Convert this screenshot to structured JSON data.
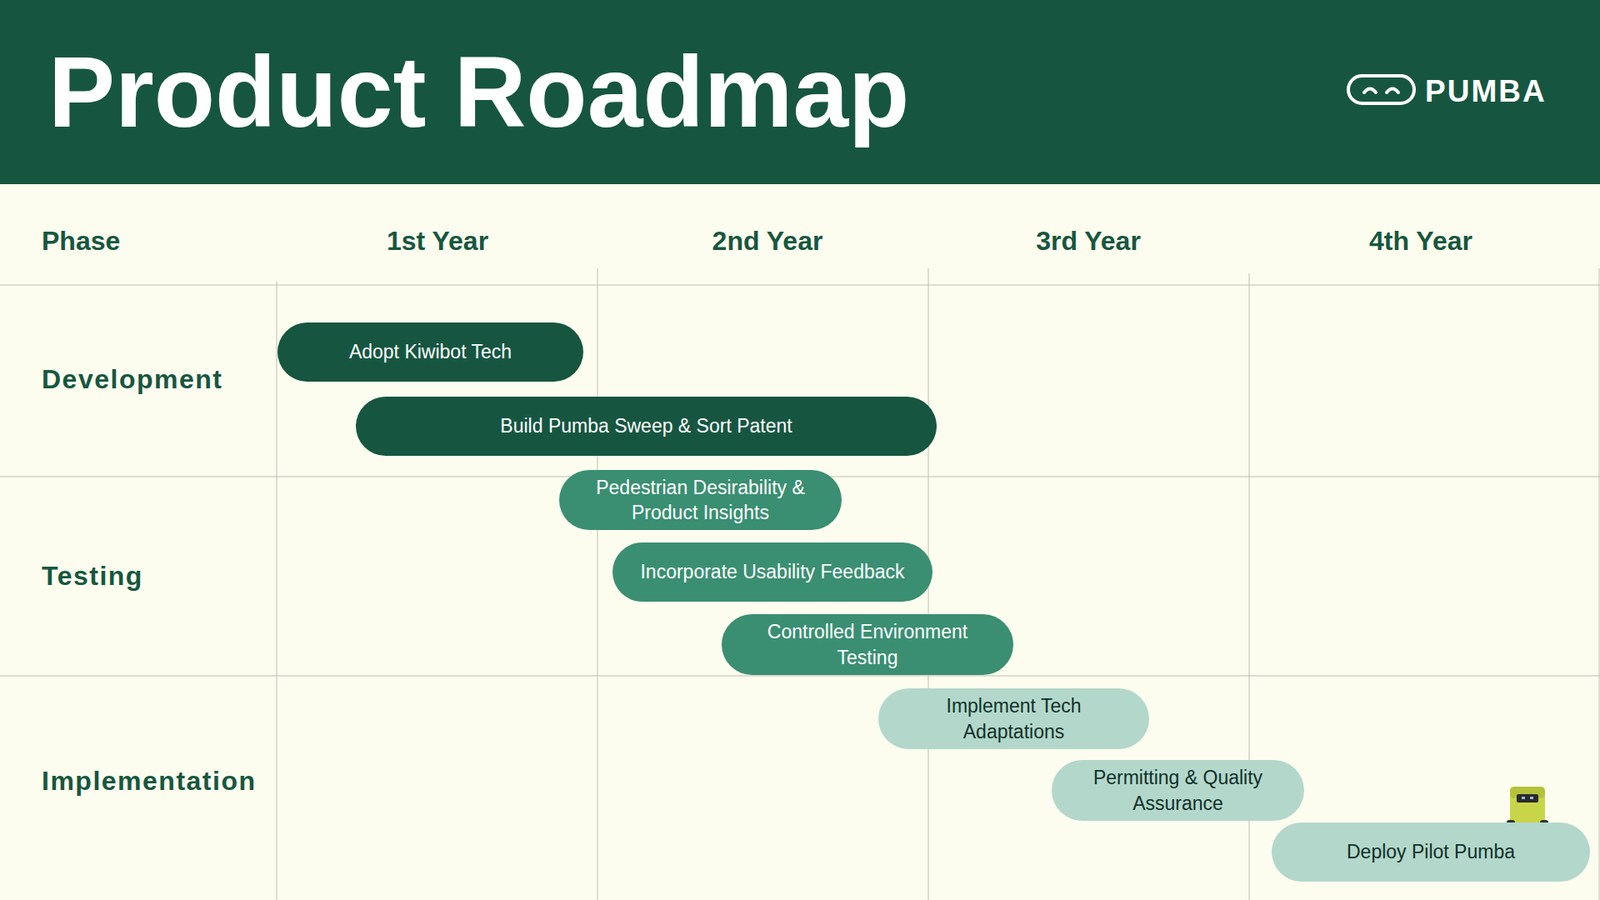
{
  "diagram": {
    "title": "Product Roadmap",
    "nodes": [
      {
        "text": [
          "Adopt Kiwibot Tech"
        ]
      },
      {
        "text": [
          "Build Pumba Sweep & Sort Patent"
        ]
      },
      {
        "text": [
          "Pedestrian Desirability & Product Insights"
        ]
      },
      {
        "text": [
          "Incorporate Usability Feedback"
        ]
      },
      {
        "text": [
          "Controlled Environment Testing"
        ]
      },
      {
        "text": [
          "Implement Tech Adaptations"
        ]
      },
      {
        "text": [
          "Permitting & Quality Assurance"
        ]
      },
      {
        "text": [
          "Deploy Pilot Pumba"
        ]
      }
    ],
    "labels": [
      "PUMBA",
      "Phase",
      "1st Year",
      "2nd Year",
      "3rd Year",
      "4th Year",
      "Development",
      "Testing",
      "Implementation"
    ]
  }
}
